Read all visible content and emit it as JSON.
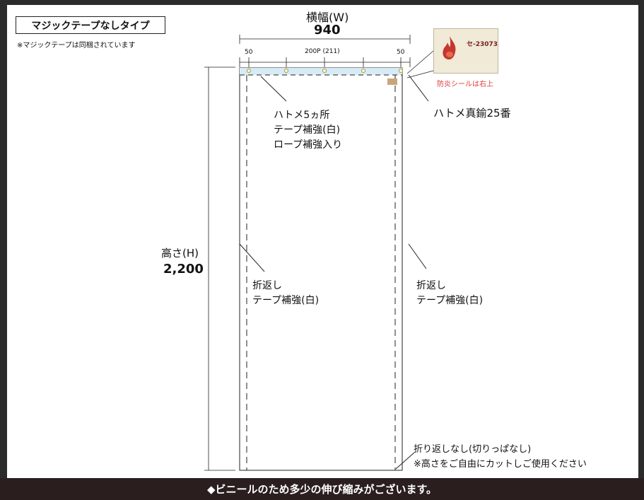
{
  "title": "マジックテープなしタイプ",
  "note": "※マジックテープは同梱されています",
  "width": {
    "label": "横幅(W)",
    "value": "940"
  },
  "height": {
    "label": "高さ(H)",
    "value": "2,200"
  },
  "spacing": {
    "left": "50",
    "center": "200P (211)",
    "right": "50"
  },
  "grommet_note": [
    "ハトメ5ヵ所",
    "テープ補強(白)",
    "ロープ補強入り"
  ],
  "grommet_type": "ハトメ真鍮25番",
  "fold_left": [
    "折返し",
    "テープ補強(白)"
  ],
  "fold_right": [
    "折返し",
    "テープ補強(白)"
  ],
  "bottom_note": [
    "折り返しなし(切りっぱなし)",
    "※高さをご自由にカットしご使用ください"
  ],
  "seal_caption": "防炎シールは右上",
  "seal_stamp": {
    "number": "セ-23073"
  },
  "footer": "◆ビニールのため多少の伸び縮みがございます。",
  "colors": {
    "top_band": "#d7ebf7",
    "seal": "#c9a679",
    "caption": "#e03a3a",
    "footer_bg": "#2b1e1e"
  }
}
